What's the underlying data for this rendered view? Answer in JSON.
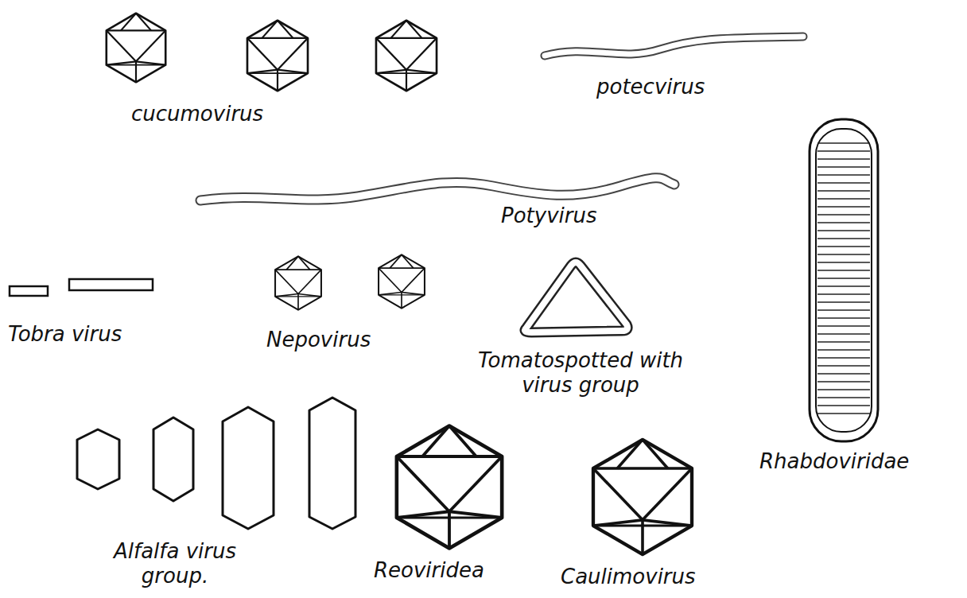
{
  "diagram": {
    "labels": [
      "cucumovirus",
      "potecvirus",
      "Potyvirus",
      "Rhabdoviridae",
      "Tobra virus",
      "Nepovirus",
      "Tomatospotted with virus group",
      "Alfalfa virus group.",
      "Reoviridea",
      "Caulimovirus"
    ]
  }
}
